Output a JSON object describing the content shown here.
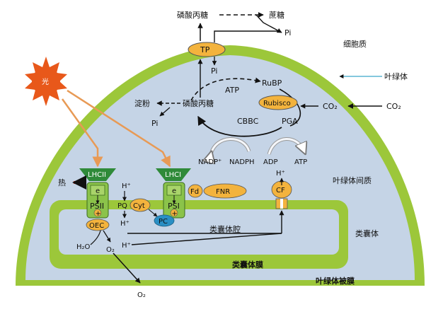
{
  "labels": {
    "light": "光",
    "triose_phosphate_top": "磷酸丙糖",
    "sucrose": "蔗糖",
    "pi_top": "Pi",
    "cytoplasm": "细胞质",
    "chloroplast": "叶绿体",
    "tp": "TP",
    "pi_tp": "Pi",
    "rubp": "RuBP",
    "atp_cycle": "ATP",
    "rubisco": "Rubisco",
    "co2_inner": "CO₂",
    "co2_outer": "CO₂",
    "starch": "淀粉",
    "pi_starch": "Pi",
    "triose_phosphate_mid": "磷酸丙糖",
    "cbbc": "CBBC",
    "pga": "PGA",
    "nadp_plus": "NADP⁺",
    "nadph": "NADPH",
    "adp": "ADP",
    "atp_synth": "ATP",
    "h_cf": "H⁺",
    "stroma": "叶绿体间质",
    "heat": "热",
    "lhcii": "LHCII",
    "lhci": "LHCI",
    "e_psii": "e",
    "e_psi": "e",
    "psii": "PSII",
    "psi": "PSI",
    "h_top": "H⁺",
    "pq": "PQ",
    "cyt": "Cyt",
    "fd": "Fd",
    "fnr": "FNR",
    "cf": "CF",
    "oec": "OEC",
    "pc": "PC",
    "h_lumen1": "H⁺",
    "h_lumen2": "H⁺",
    "h2o": "H₂O",
    "o2_lumen": "O₂",
    "thylakoid_lumen": "类囊体腔",
    "thylakoid": "类囊体",
    "thylakoid_membrane": "类囊体膜",
    "chloroplast_envelope": "叶绿体被膜",
    "o2_out": "O₂",
    "plus1": "+",
    "plus2": "+"
  },
  "colors": {
    "envelope_green": "#9cc73a",
    "stroma_blue": "#c5d4e6",
    "lumen_blue": "#c5d4e6",
    "sun_orange": "#e8581a",
    "light_arrow": "#e89a55",
    "lhc_green": "#2f8a39",
    "ps_green": "#8bc34a",
    "orange_oval": "#f3b33d",
    "pc_blue": "#2a8fc4",
    "dark_text": "#111111"
  }
}
